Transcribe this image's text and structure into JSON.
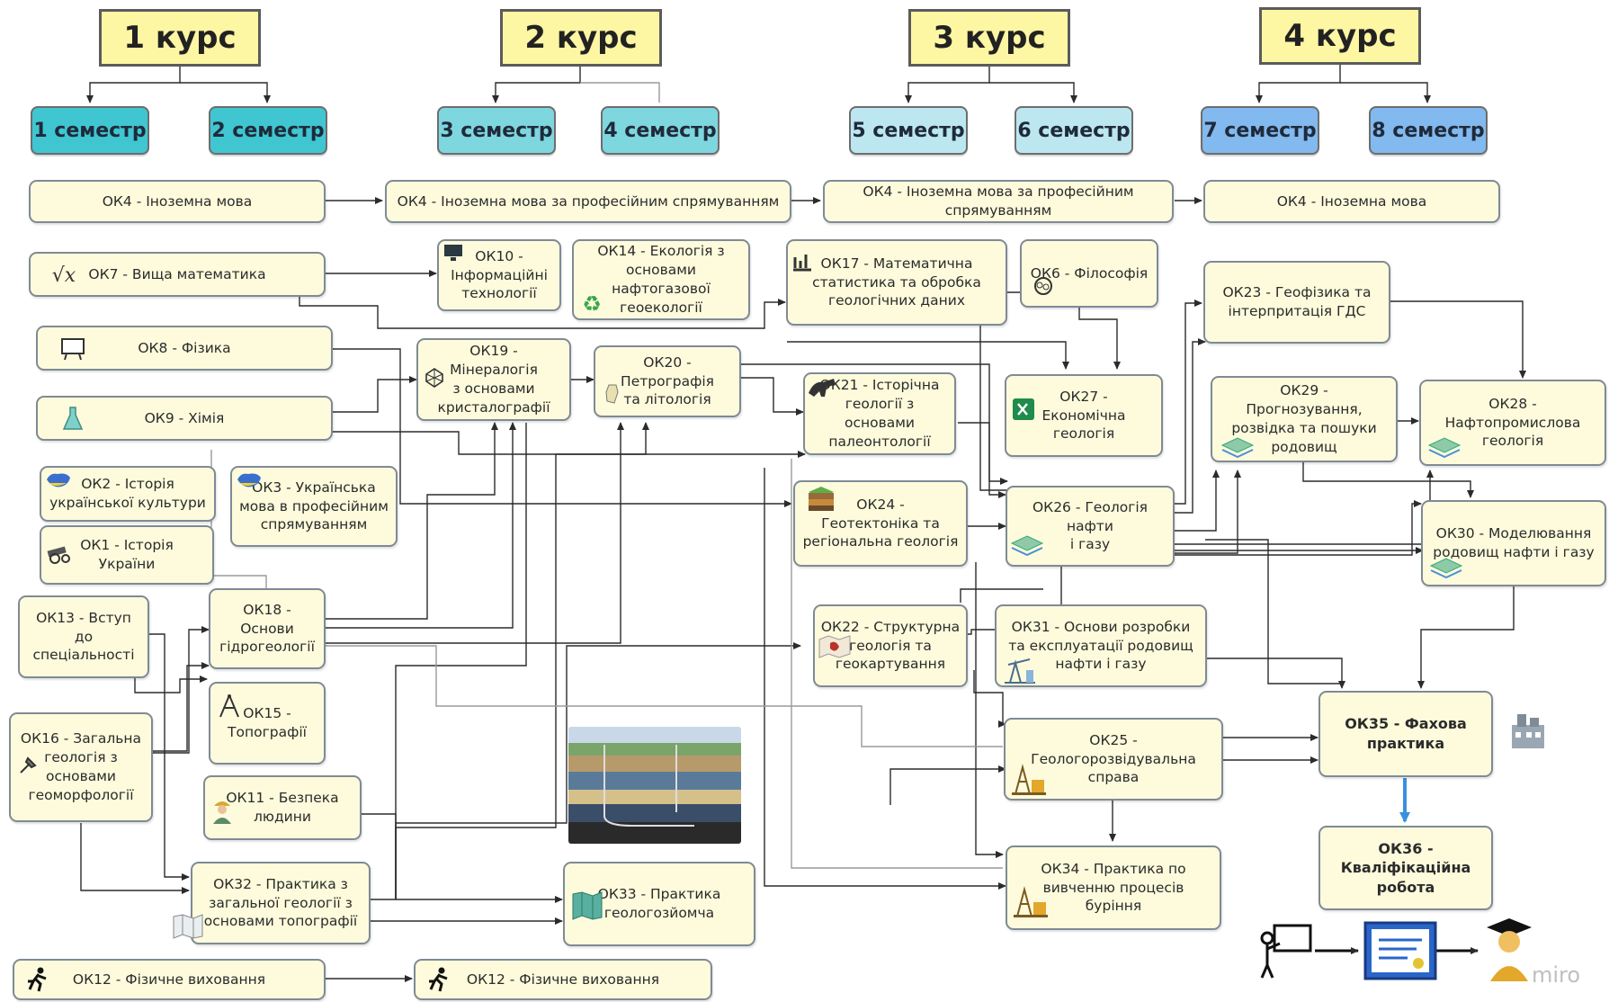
{
  "courses": [
    {
      "label": "1 курс"
    },
    {
      "label": "2 курс"
    },
    {
      "label": "3 курс"
    },
    {
      "label": "4 курс"
    }
  ],
  "semesters": [
    {
      "label": "1 семестр",
      "color": "#3fc6d1"
    },
    {
      "label": "2 семестр",
      "color": "#3fc6d1"
    },
    {
      "label": "3 семестр",
      "color": "#7ed6df"
    },
    {
      "label": "4 семестр",
      "color": "#7ed6df"
    },
    {
      "label": "5 семестр",
      "color": "#bce7f0"
    },
    {
      "label": "6 семестр",
      "color": "#bce7f0"
    },
    {
      "label": "7 семестр",
      "color": "#82b9ee"
    },
    {
      "label": "8 семестр",
      "color": "#82b9ee"
    }
  ],
  "subjects": {
    "ok4_1": {
      "label": "ОК4 - Іноземна мова"
    },
    "ok4_2": {
      "label": "ОК4 - Іноземна мова за професійним спрямуванням"
    },
    "ok4_3": {
      "label": "ОК4 - Іноземна мова за професійним\nспрямуванням"
    },
    "ok4_4": {
      "label": "ОК4 - Іноземна мова"
    },
    "ok7": {
      "label": "ОК7 - Вища математика",
      "icon": "sqrt-x-icon"
    },
    "ok10": {
      "label": "ОК10 -\nІнформаційні\nтехнології",
      "icon": "computer-icon"
    },
    "ok14": {
      "label": "ОК14 - Екологія з\nосновами нафтогазової\nгеоекології",
      "icon": "recycle-icon"
    },
    "ok17": {
      "label": "ОК17 - Математична\nстатистика та обробка\nгеологічних даних",
      "icon": "chart-icon"
    },
    "ok6": {
      "label": "ОК6 - Філософія",
      "icon": "philosophy-icon"
    },
    "ok23": {
      "label": "ОК23 - Геофізика та\nінтерпритація ГДС"
    },
    "ok8": {
      "label": "ОК8 - Фізика",
      "icon": "board-icon"
    },
    "ok19": {
      "label": "ОК19 - Мінералогія\nз основами\nкристалографії",
      "icon": "crystal-icon"
    },
    "ok20": {
      "label": "ОК20 - Петрографія\nта літологія",
      "icon": "rock-icon"
    },
    "ok21": {
      "label": "ОК21 - Історічна\nгеології з основами\nпалеонтології",
      "icon": "dinosaur-icon"
    },
    "ok27": {
      "label": "ОК27 -\nЕкономічна\nгеологія",
      "icon": "spreadsheet-icon"
    },
    "ok29": {
      "label": "ОК29 -\nПрогнозування,\nрозвідка та пошуки\nродовищ",
      "icon": "map-layers-icon"
    },
    "ok28": {
      "label": "ОК28 -\nНафтопромислова\nгеологія",
      "icon": "map-layers-icon"
    },
    "ok9": {
      "label": "ОК9 - Хімія",
      "icon": "flask-icon"
    },
    "ok2": {
      "label": "ОК2 - Історія\nукраїнської культури",
      "icon": "ukraine-map-icon"
    },
    "ok3": {
      "label": "ОК3 - Українська\nмова в професійним\nспрямуванням",
      "icon": "ukraine-map-icon"
    },
    "ok24": {
      "label": "ОК24 -\nГеотектоніка та\nрегіональна геологія",
      "icon": "layers-icon"
    },
    "ok26": {
      "label": "ОК26 - Геологія нафти\nі газу",
      "icon": "map-layers-icon"
    },
    "ok30": {
      "label": "ОК30 - Моделювання\nродовищ нафти і газу",
      "icon": "map-layers-icon"
    },
    "ok1": {
      "label": "ОК1 - Історія\nУкраїни",
      "icon": "cannon-icon"
    },
    "ok13": {
      "label": "ОК13 - Вступ до\nспеціальності"
    },
    "ok18": {
      "label": "ОК18 - Основи\nгідрогеології"
    },
    "ok22": {
      "label": "ОК22 - Структурна\nгеологія та\nгеокартування",
      "icon": "geomap-icon"
    },
    "ok31": {
      "label": "ОК31 - Основи розробки\nта експлуатації родовищ\nнафти і газу",
      "icon": "pumpjack-icon"
    },
    "ok15": {
      "label": "ОК15 -\nТопографії",
      "icon": "compass-icon"
    },
    "ok16": {
      "label": "ОК16 - Загальна\nгеологія з\nосновами\nгеоморфології",
      "icon": "hammer-icon"
    },
    "ok35": {
      "label": "ОК35 - Фахова\nпрактика"
    },
    "ok25": {
      "label": "ОК25 - Геологорозвідувальна\nсправа",
      "icon": "rig-icon"
    },
    "ok11": {
      "label": "ОК11 - Безпека\nлюдини",
      "icon": "worker-icon"
    },
    "ok36": {
      "label": "ОК36 -\nКваліфікаційна\nробота"
    },
    "ok32": {
      "label": "ОК32 - Практика з\nзагальної геології з\nосновами топографії",
      "icon": "folded-map-icon"
    },
    "ok33": {
      "label": "ОК33 - Практика\nгеологозйомча",
      "icon": "folded-map-icon"
    },
    "ok34": {
      "label": "ОК34 - Практика по\nвивченню процесів\nбуріння",
      "icon": "rig-icon"
    },
    "ok12_1": {
      "label": "ОК12 - Фізичне виховання",
      "icon": "runner-icon"
    },
    "ok12_2": {
      "label": "ОК12 - Фізичне виховання",
      "icon": "runner-icon"
    }
  },
  "decorations": {
    "photo": "oil-field-cross-section-image",
    "factory": "factory-icon",
    "graduation_path": [
      "teacher-icon",
      "diploma-icon",
      "graduate-icon"
    ],
    "watermark": "miro"
  },
  "colors": {
    "course_fill": "#fdf6a3",
    "subject_fill": "#fdfbdc",
    "subject_border": "#7f8a95",
    "wire": "#2b2b2b",
    "wire_light": "#9a9a9a",
    "highlight_arrow": "#3a8fe0"
  }
}
